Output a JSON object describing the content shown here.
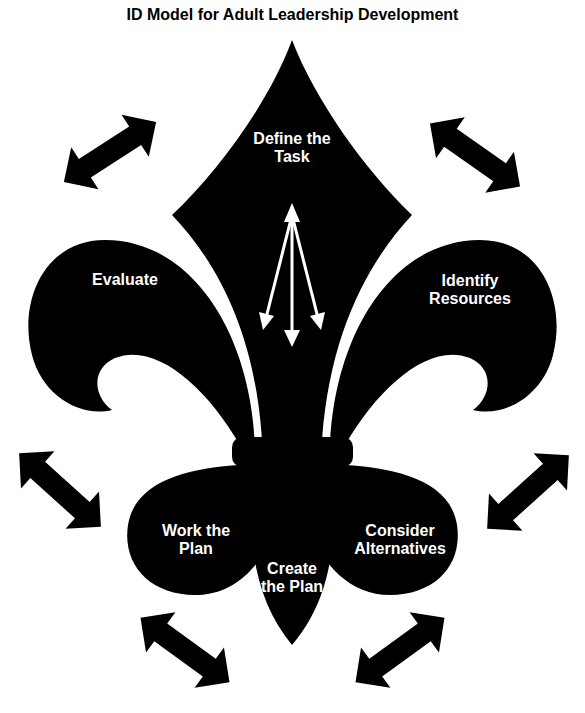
{
  "diagram": {
    "title": "ID Model for Adult Leadership Development",
    "nodes": [
      {
        "text": [
          "Define the Task"
        ]
      },
      {
        "text": [
          "Identify Resources"
        ]
      },
      {
        "text": [
          "Consider Alternatives"
        ]
      },
      {
        "text": [
          "Create the Plan"
        ]
      },
      {
        "text": [
          "Work the Plan"
        ]
      },
      {
        "text": [
          "Evaluate"
        ]
      }
    ]
  }
}
